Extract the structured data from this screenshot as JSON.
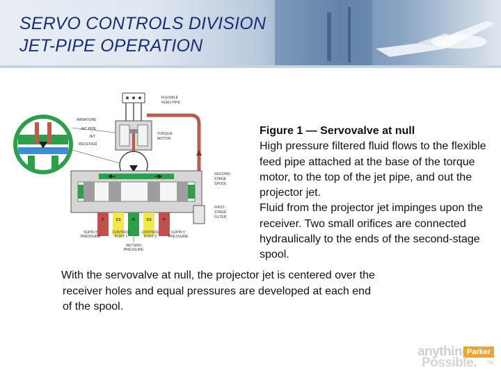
{
  "header": {
    "title_line1": "SERVO CONTROLS DIVISION",
    "title_line2": "JET-PIPE OPERATION"
  },
  "figure": {
    "labels": {
      "flexible_feed_pipe_1": "FLEXIBLE",
      "flexible_feed_pipe_2": "FEED PIPE",
      "armature": "ARMATURE",
      "jet_pipe_1": "JET PIPE",
      "jet_pipe_2": "JET",
      "receiver": "RECEIVER",
      "torque_motor_1": "TORQUE",
      "torque_motor_2": "MOTOR",
      "second_stage_spool_1": "SECOND-",
      "second_stage_spool_2": "STAGE",
      "second_stage_spool_3": "SPOOL",
      "first_stage_filter_1": "FIRST-",
      "first_stage_filter_2": "STAGE",
      "first_stage_filter_3": "FILTER",
      "port_p_left": "P",
      "port_c1": "C1",
      "port_r": "R",
      "port_c2": "C2",
      "port_p_right": "P",
      "supply_pressure_left_1": "SUPPLY",
      "supply_pressure_left_2": "PRESSURE",
      "control_port1_1": "CONTROL",
      "control_port1_2": "PORT 1",
      "control_port2_1": "CONTROL",
      "control_port2_2": "PORT 2",
      "supply_pressure_right_1": "SUPPLY",
      "supply_pressure_right_2": "PRESSURE",
      "return_pressure_1": "RETURN",
      "return_pressure_2": "PRESSURE"
    }
  },
  "caption": {
    "figure_title": "Figure 1 — Servovalve at null",
    "paragraph1": "High pressure filtered fluid flows to the flexible feed pipe attached at the base of the torque motor, to the top of the jet pipe, and out the projector jet.",
    "paragraph2": "Fluid from the projector jet impinges upon the receiver. Two small orifices are connected hydraulically to the ends of the second-stage spool."
  },
  "bottom": {
    "line1": "With the servovalve at null, the projector jet is centered over the",
    "line2": "receiver holes and equal pressures are developed at each end",
    "line3": "of the spool."
  },
  "logo": {
    "word1": "anything",
    "word2": "Possible.",
    "tag": "Parker",
    "tm": "TM"
  },
  "colors": {
    "title": "#1a2f73",
    "supply_pressure": "#c0504d",
    "return": "#f3e84a",
    "control": "#2e9e4a",
    "jet_fluid": "#3a8fd6",
    "logo_tag": "#e9a435"
  }
}
